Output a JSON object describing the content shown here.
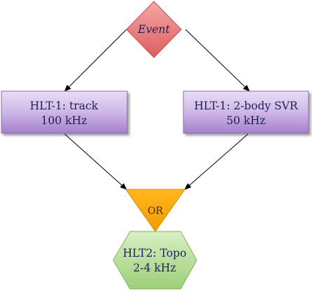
{
  "diagram": {
    "event": {
      "label": "Event"
    },
    "hlt1_track": {
      "line1": "HLT-1: track",
      "line2": "100 kHz"
    },
    "hlt1_svr": {
      "line1": "HLT-1: 2-body SVR",
      "line2": "50 kHz"
    },
    "or_gate": {
      "label": "OR"
    },
    "hlt2_topo": {
      "line1": "HLT2: Topo",
      "line2": "2-4 kHz"
    }
  }
}
